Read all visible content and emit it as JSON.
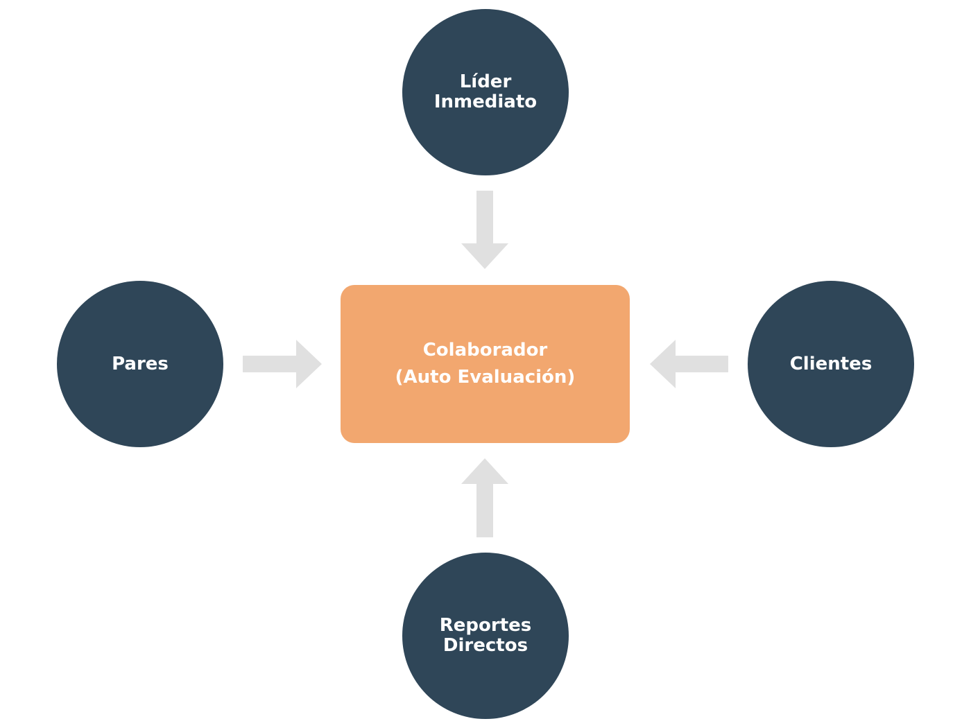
{
  "colors": {
    "node": "#2f4658",
    "center": "#f2a76f",
    "arrow": "#e0e0e0",
    "text": "#ffffff"
  },
  "nodes": {
    "top": "Líder\nInmediato",
    "left": "Pares",
    "right": "Clientes",
    "bottom": "Reportes\nDirectos"
  },
  "center": {
    "label": "Colaborador\n(Auto Evaluación)"
  },
  "arrows": {
    "icon": "block-arrow-icon"
  }
}
